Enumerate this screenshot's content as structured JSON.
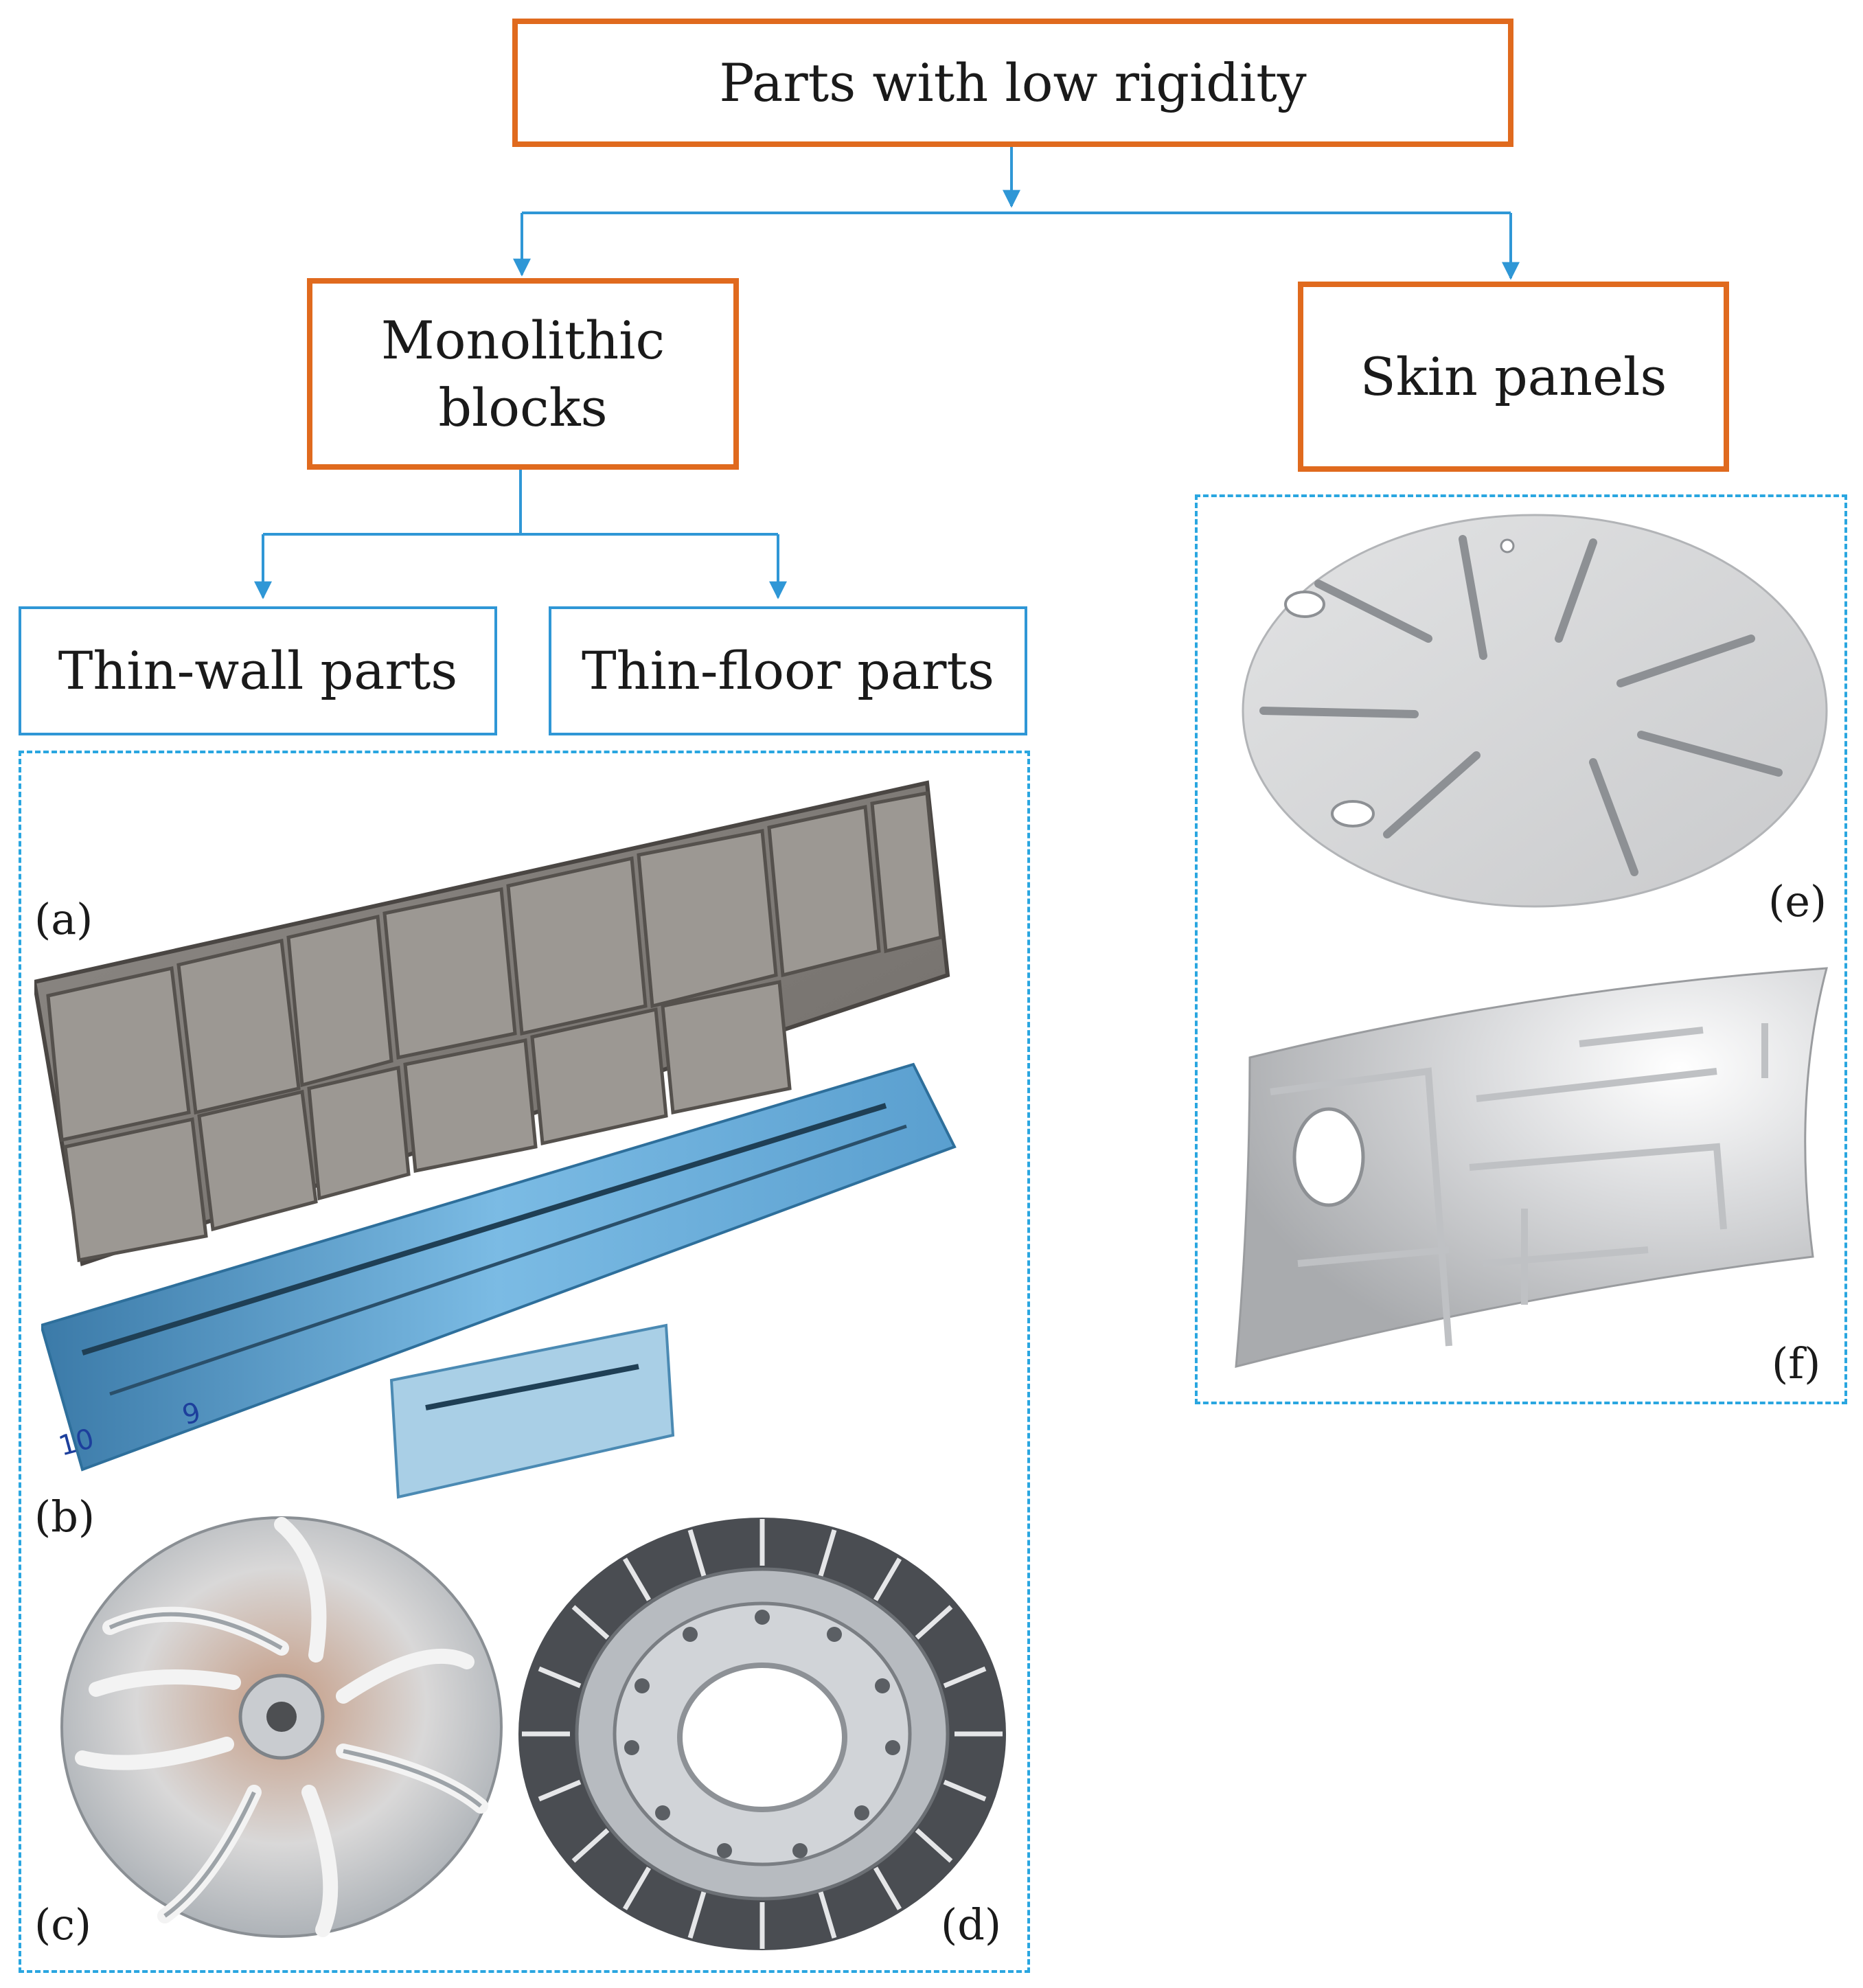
{
  "diagram": {
    "root": "Parts with low rigidity",
    "monolithic": "Monolithic blocks",
    "skin": "Skin panels",
    "thin_wall": "Thin-wall parts",
    "thin_floor": "Thin-floor parts"
  },
  "labels": {
    "a": "(a)",
    "b": "(b)",
    "c": "(c)",
    "d": "(d)",
    "e": "(e)",
    "f": "(f)"
  },
  "colors": {
    "box_border": "#e06a1e",
    "arrow": "#2f97d6",
    "dashed_border": "#2aa6e0"
  }
}
